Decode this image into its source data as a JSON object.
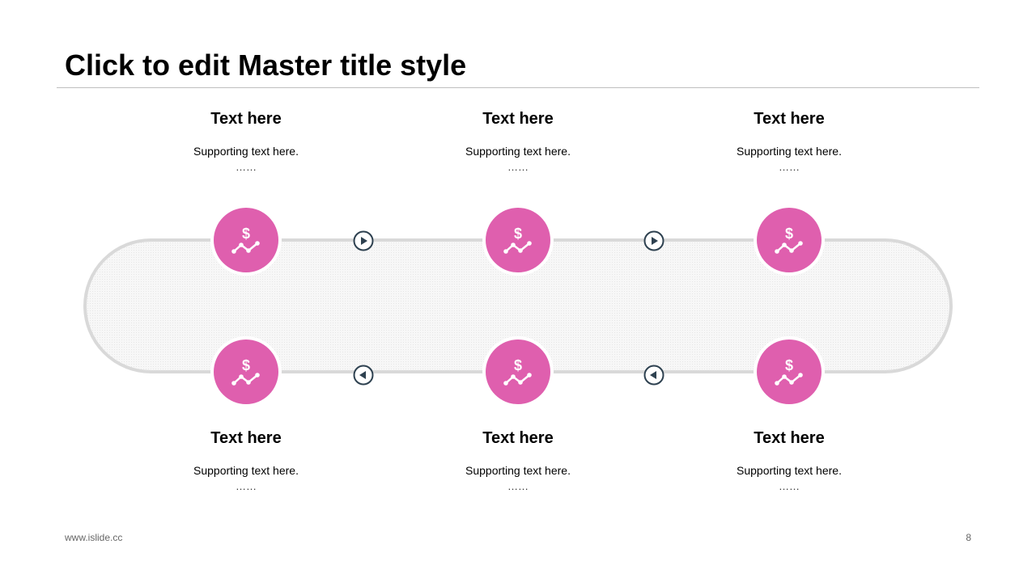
{
  "slide": {
    "title": "Click to edit Master title style",
    "footer_url": "www.islide.cc",
    "page_number": "8"
  },
  "steps": [
    {
      "heading": "Text here",
      "support": "Supporting text here.",
      "dots": "……",
      "icon": "dollar-trend-icon"
    },
    {
      "heading": "Text here",
      "support": "Supporting text here.",
      "dots": "……",
      "icon": "dollar-trend-icon"
    },
    {
      "heading": "Text here",
      "support": "Supporting text here.",
      "dots": "……",
      "icon": "dollar-trend-icon"
    },
    {
      "heading": "Text here",
      "support": "Supporting text here.",
      "dots": "……",
      "icon": "dollar-trend-icon"
    },
    {
      "heading": "Text here",
      "support": "Supporting text here.",
      "dots": "……",
      "icon": "dollar-trend-icon"
    },
    {
      "heading": "Text here",
      "support": "Supporting text here.",
      "dots": "……",
      "icon": "dollar-trend-icon"
    }
  ],
  "colors": {
    "accent": "#df5fae",
    "track": "#d9d9d9",
    "arrow": "#2e4150"
  }
}
